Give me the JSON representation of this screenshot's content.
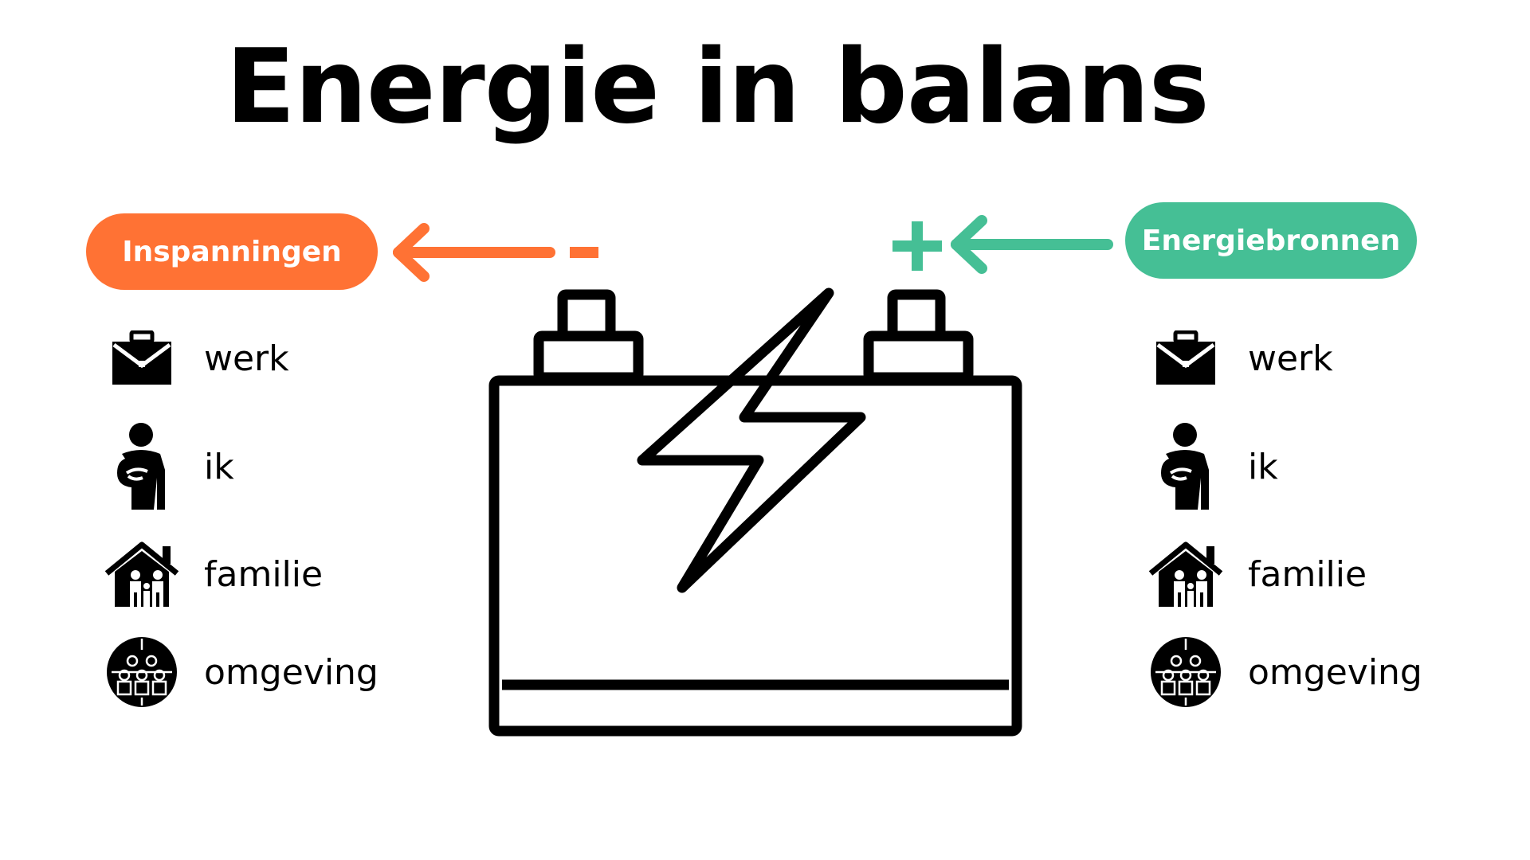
{
  "title": "Energie in balans",
  "left": {
    "label": "Inspanningen",
    "sign": "-",
    "color": "#ff7234",
    "items": [
      {
        "label": "werk",
        "icon": "briefcase-icon"
      },
      {
        "label": "ik",
        "icon": "person-icon"
      },
      {
        "label": "familie",
        "icon": "family-house-icon"
      },
      {
        "label": "omgeving",
        "icon": "community-globe-icon"
      }
    ]
  },
  "right": {
    "label": "Energiebronnen",
    "sign": "+",
    "color": "#45bf95",
    "items": [
      {
        "label": "werk",
        "icon": "briefcase-icon"
      },
      {
        "label": "ik",
        "icon": "person-icon"
      },
      {
        "label": "familie",
        "icon": "family-house-icon"
      },
      {
        "label": "omgeving",
        "icon": "community-globe-icon"
      }
    ]
  },
  "center": {
    "icon": "battery-lightning-icon"
  }
}
